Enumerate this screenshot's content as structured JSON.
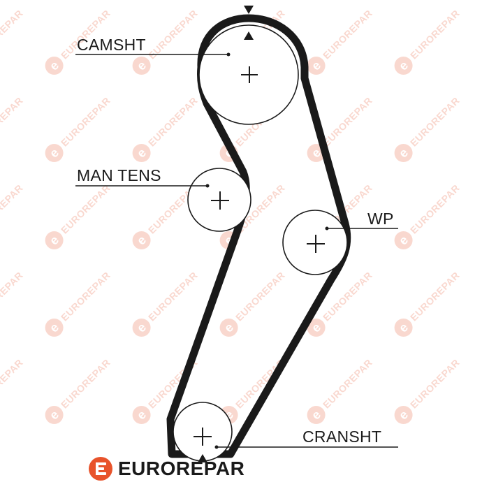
{
  "brand": {
    "name": "EUROREPAR",
    "watermark_text": "EUROREPAR",
    "watermark_logo_letter": "e",
    "color": "#e8532b"
  },
  "diagram": {
    "labels": {
      "camshaft": "CAMSHT",
      "tensioner": "MAN TENS",
      "water_pump": "WP",
      "crankshaft": "CRANSHT"
    },
    "belt_color": "#1a1a1a"
  }
}
